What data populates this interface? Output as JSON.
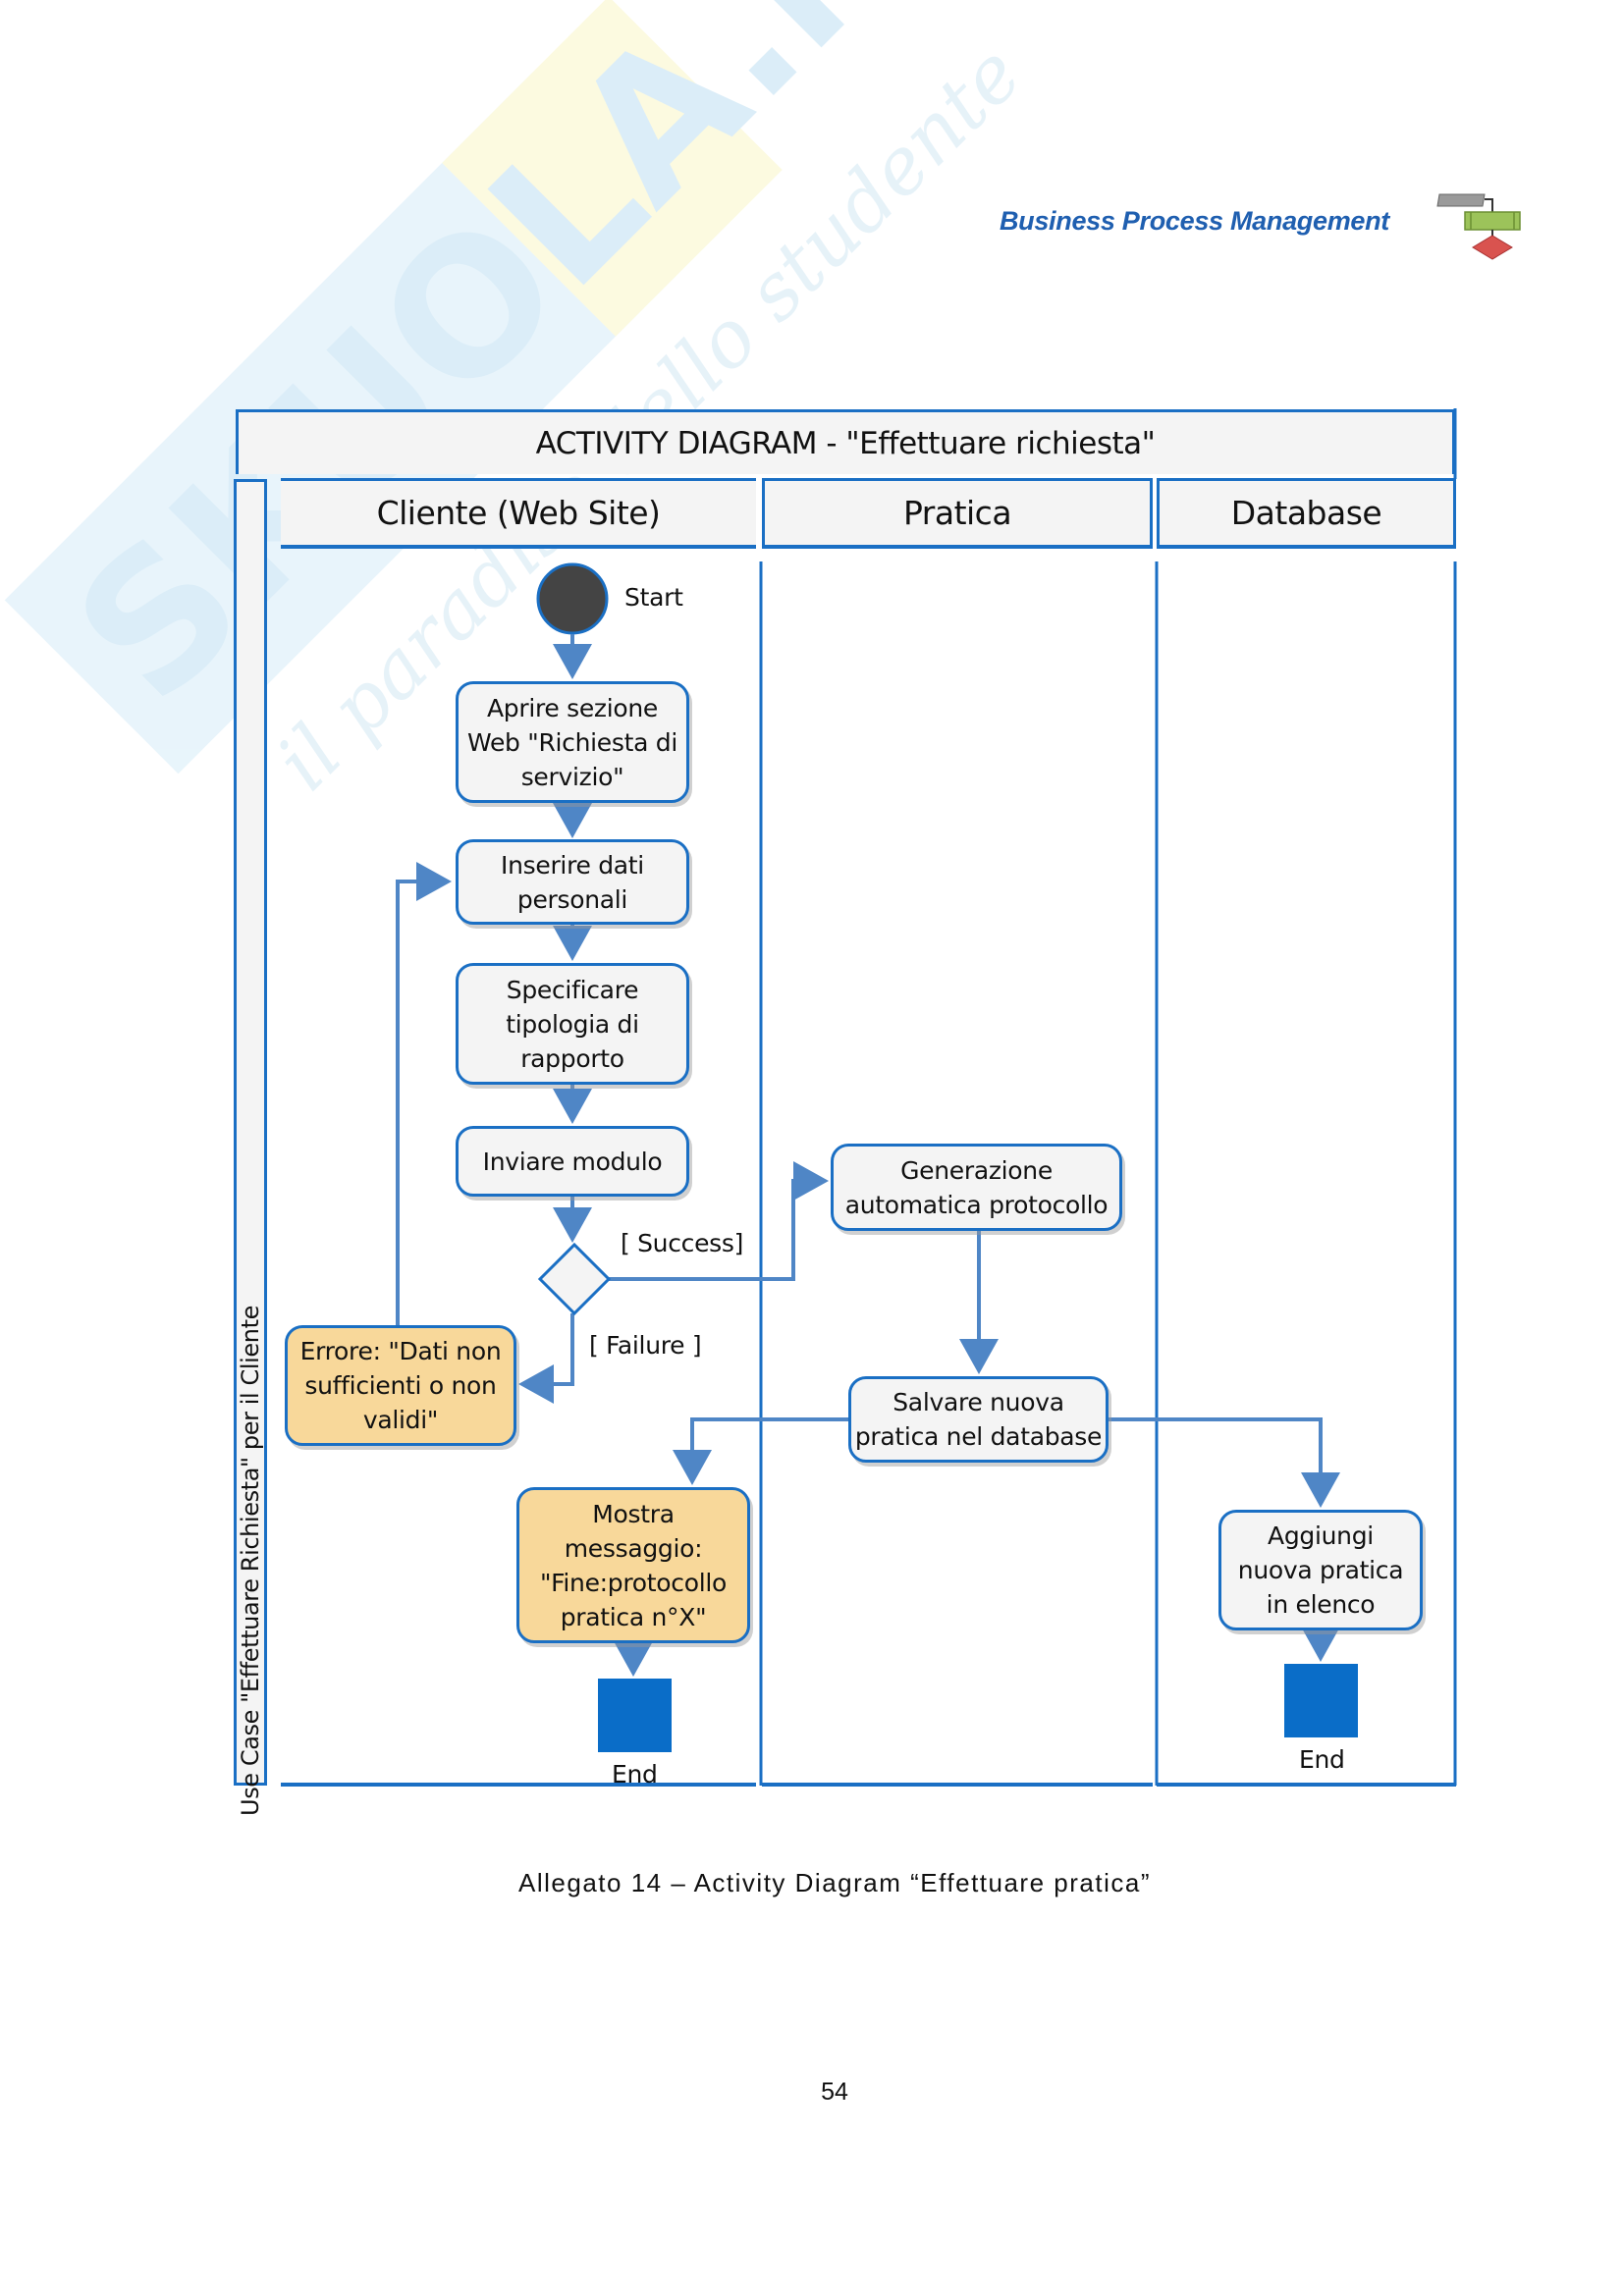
{
  "page_header": {
    "title": "Business Process Management",
    "logo_icon": "flowchart-logo-icon"
  },
  "watermark": {
    "brand": "SKUOLA.net",
    "tagline": "il paradiso dello studente"
  },
  "diagram": {
    "title": "ACTIVITY DIAGRAM - \"Effettuare richiesta\"",
    "side_label": "Use Case \"Effettuare Richiesta\"  per il Cliente",
    "lanes": [
      {
        "name": "Cliente (Web Site)"
      },
      {
        "name": "Pratica"
      },
      {
        "name": "Database"
      }
    ],
    "start_label": "Start",
    "nodes": {
      "aprire": "Aprire sezione\nWeb \"Richiesta di\nservizio\"",
      "inserire": "Inserire dati\npersonali",
      "specificare": "Specificare\ntipologia di\nrapporto",
      "inviare": "Inviare modulo",
      "errore": "Errore: \"Dati non\nsufficienti o non\nvalidi\"",
      "generazione": "Generazione\nautomatica protocollo",
      "salvare": "Salvare nuova\npratica nel database",
      "mostra": "Mostra\nmessaggio:\n\"Fine:protocollo\npratica n°X\"",
      "aggiungi": "Aggiungi\nnuova pratica\nin elenco"
    },
    "guards": {
      "success": "[ Success]",
      "failure": "[ Failure ]"
    },
    "end_labels": [
      "End",
      "End"
    ],
    "colors": {
      "border": "#1a6fc4",
      "connector": "#4f86c6",
      "node_fill": "#f4f4f4",
      "warn_fill": "#f8d89a",
      "start_fill": "#444444",
      "end_fill": "#0a6dc8"
    }
  },
  "caption": "Allegato 14 – Activity Diagram “Effettuare pratica”",
  "page_number": "54"
}
